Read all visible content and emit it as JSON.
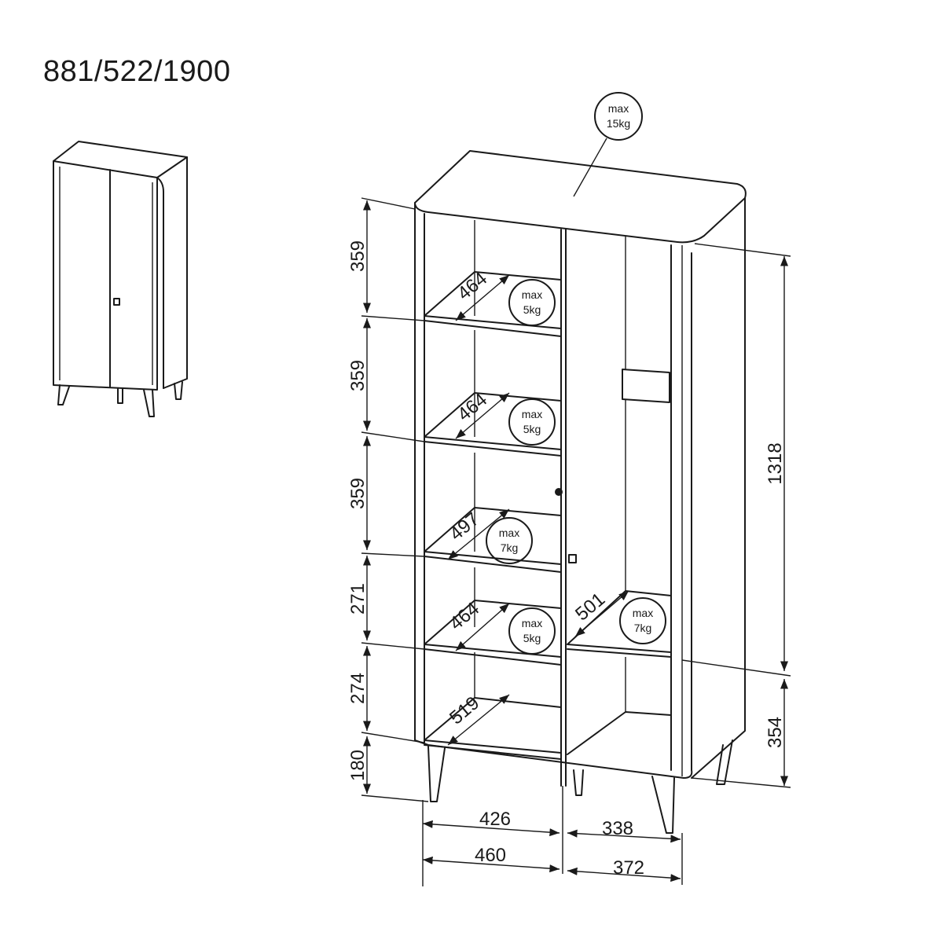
{
  "title": "881/522/1900",
  "top_load": {
    "line1": "max",
    "line2": "15kg"
  },
  "left_heights": [
    "359",
    "359",
    "359",
    "271",
    "274",
    "180"
  ],
  "right_heights": [
    "1318",
    "354"
  ],
  "shelf_depths": [
    "464",
    "464",
    "497",
    "464",
    "519"
  ],
  "right_depth": "501",
  "shelf_loads": [
    {
      "line1": "max",
      "line2": "5kg"
    },
    {
      "line1": "max",
      "line2": "5kg"
    },
    {
      "line1": "max",
      "line2": "7kg"
    },
    {
      "line1": "max",
      "line2": "5kg"
    },
    {
      "line1": "max",
      "line2": "7kg"
    }
  ],
  "bottom_inner": [
    "426",
    "338"
  ],
  "bottom_outer": [
    "460",
    "372"
  ]
}
